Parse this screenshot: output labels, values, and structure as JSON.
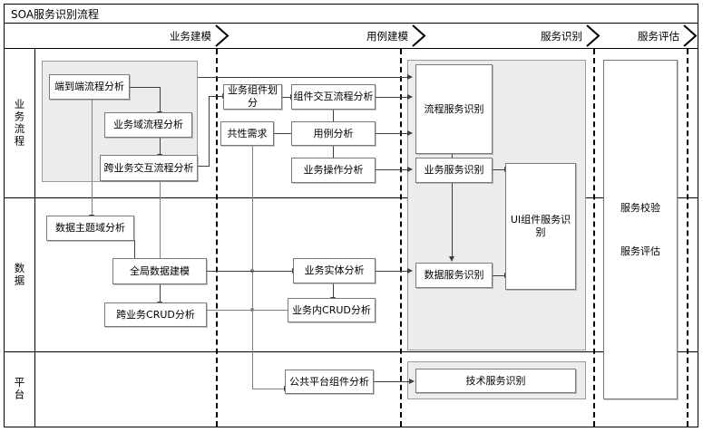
{
  "title": "SOA服务识别流程",
  "phases": [
    {
      "label": "业务建模"
    },
    {
      "label": "用例建模"
    },
    {
      "label": "服务识别"
    },
    {
      "label": "服务评估"
    }
  ],
  "lanes": [
    {
      "label": "业务流程"
    },
    {
      "label": "数据"
    },
    {
      "label": "平台"
    }
  ],
  "nodes": {
    "end_to_end": "端到端流程分析",
    "domain_process": "业务域流程分析",
    "cross_business_process": "跨业务交互流程分析",
    "component_division": "业务组件划分",
    "component_interaction": "组件交互流程分析",
    "common_requirement": "共性需求",
    "usecase_analysis": "用例分析",
    "business_operation": "业务操作分析",
    "process_service": "流程服务识别",
    "business_service": "业务服务识别",
    "ui_component_service": "UI组件服务识别",
    "data_subject_domain": "数据主题域分析",
    "global_data_model": "全局数据建模",
    "cross_business_crud": "跨业务CRUD分析",
    "business_entity": "业务实体分析",
    "intra_business_crud": "业务内CRUD分析",
    "data_service": "数据服务识别",
    "platform_component": "公共平台组件分析",
    "technical_service": "技术服务识别",
    "service_verification": "服务校验",
    "service_evaluation": "服务评估"
  },
  "colors": {
    "group_fill": "#ececec",
    "group_border": "#9a9a9a",
    "box_fill": "#ffffff",
    "box_border": "#7a7a7a",
    "connector": "#3d3d3d",
    "connector_grey": "#808080",
    "frame": "#000000"
  }
}
